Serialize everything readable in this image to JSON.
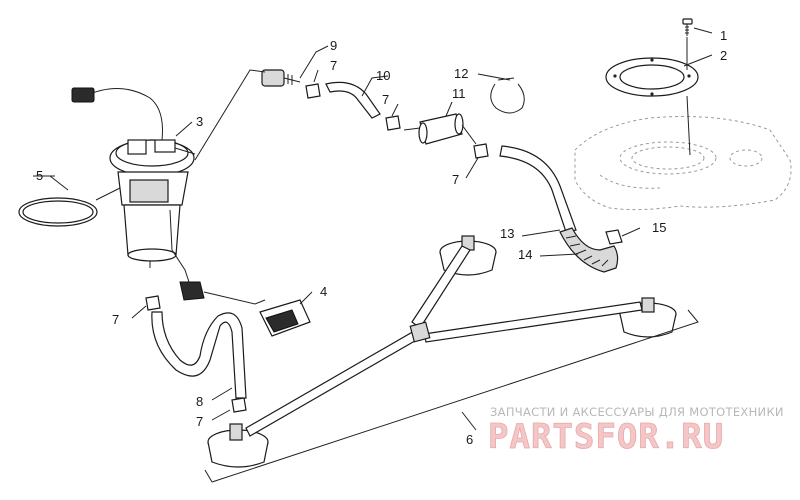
{
  "callouts": {
    "c1": "1",
    "c2": "2",
    "c3": "3",
    "c4": "4",
    "c5": "5",
    "c6": "6",
    "c7a": "7",
    "c7b": "7",
    "c7c": "7",
    "c7d": "7",
    "c7e": "7",
    "c8": "8",
    "c9": "9",
    "c10": "10",
    "c11": "11",
    "c12": "12",
    "c13": "13",
    "c14": "14",
    "c15": "15"
  },
  "watermark": {
    "tagline": "ЗАПЧАСТИ И АКСЕССУАРЫ ДЛЯ МОТОТЕХНИКИ",
    "logo": "PARTSFOR.RU"
  }
}
